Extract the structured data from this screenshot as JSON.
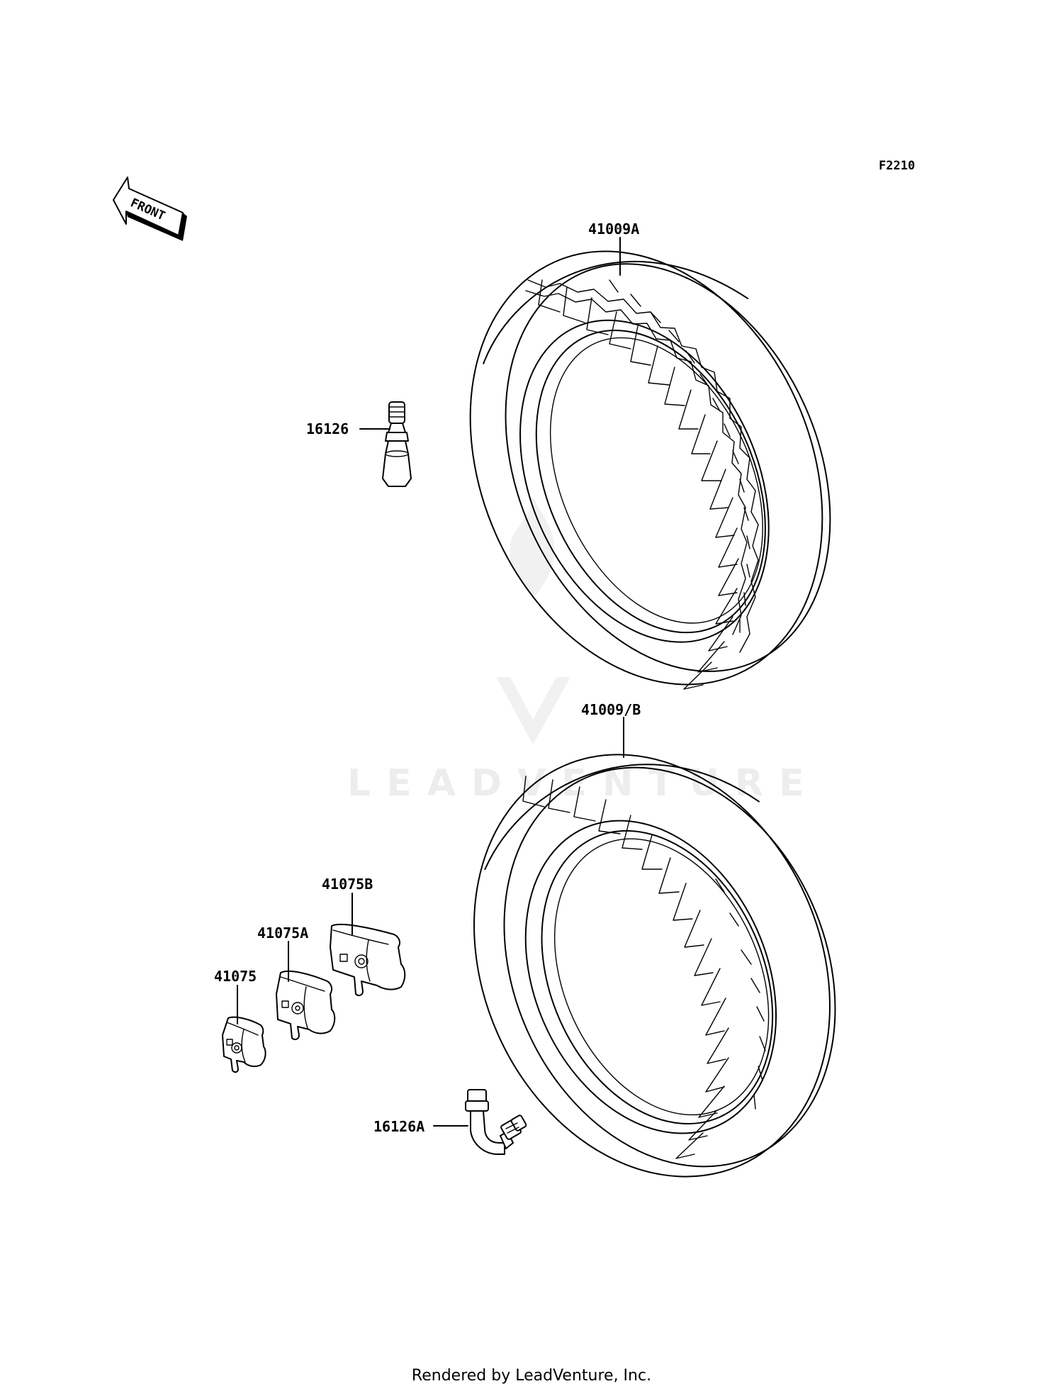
{
  "figure_code": "F2210",
  "front_indicator": {
    "label": "FRONT"
  },
  "parts": {
    "tire_front": "41009A",
    "tire_rear": "41009/B",
    "valve_straight": "16126",
    "valve_angled": "16126A",
    "weight_b": "41075B",
    "weight_a": "41075A",
    "weight": "41075"
  },
  "watermark": {
    "text": "LEADVENTURE"
  },
  "footer": {
    "text": "Rendered by LeadVenture, Inc."
  }
}
